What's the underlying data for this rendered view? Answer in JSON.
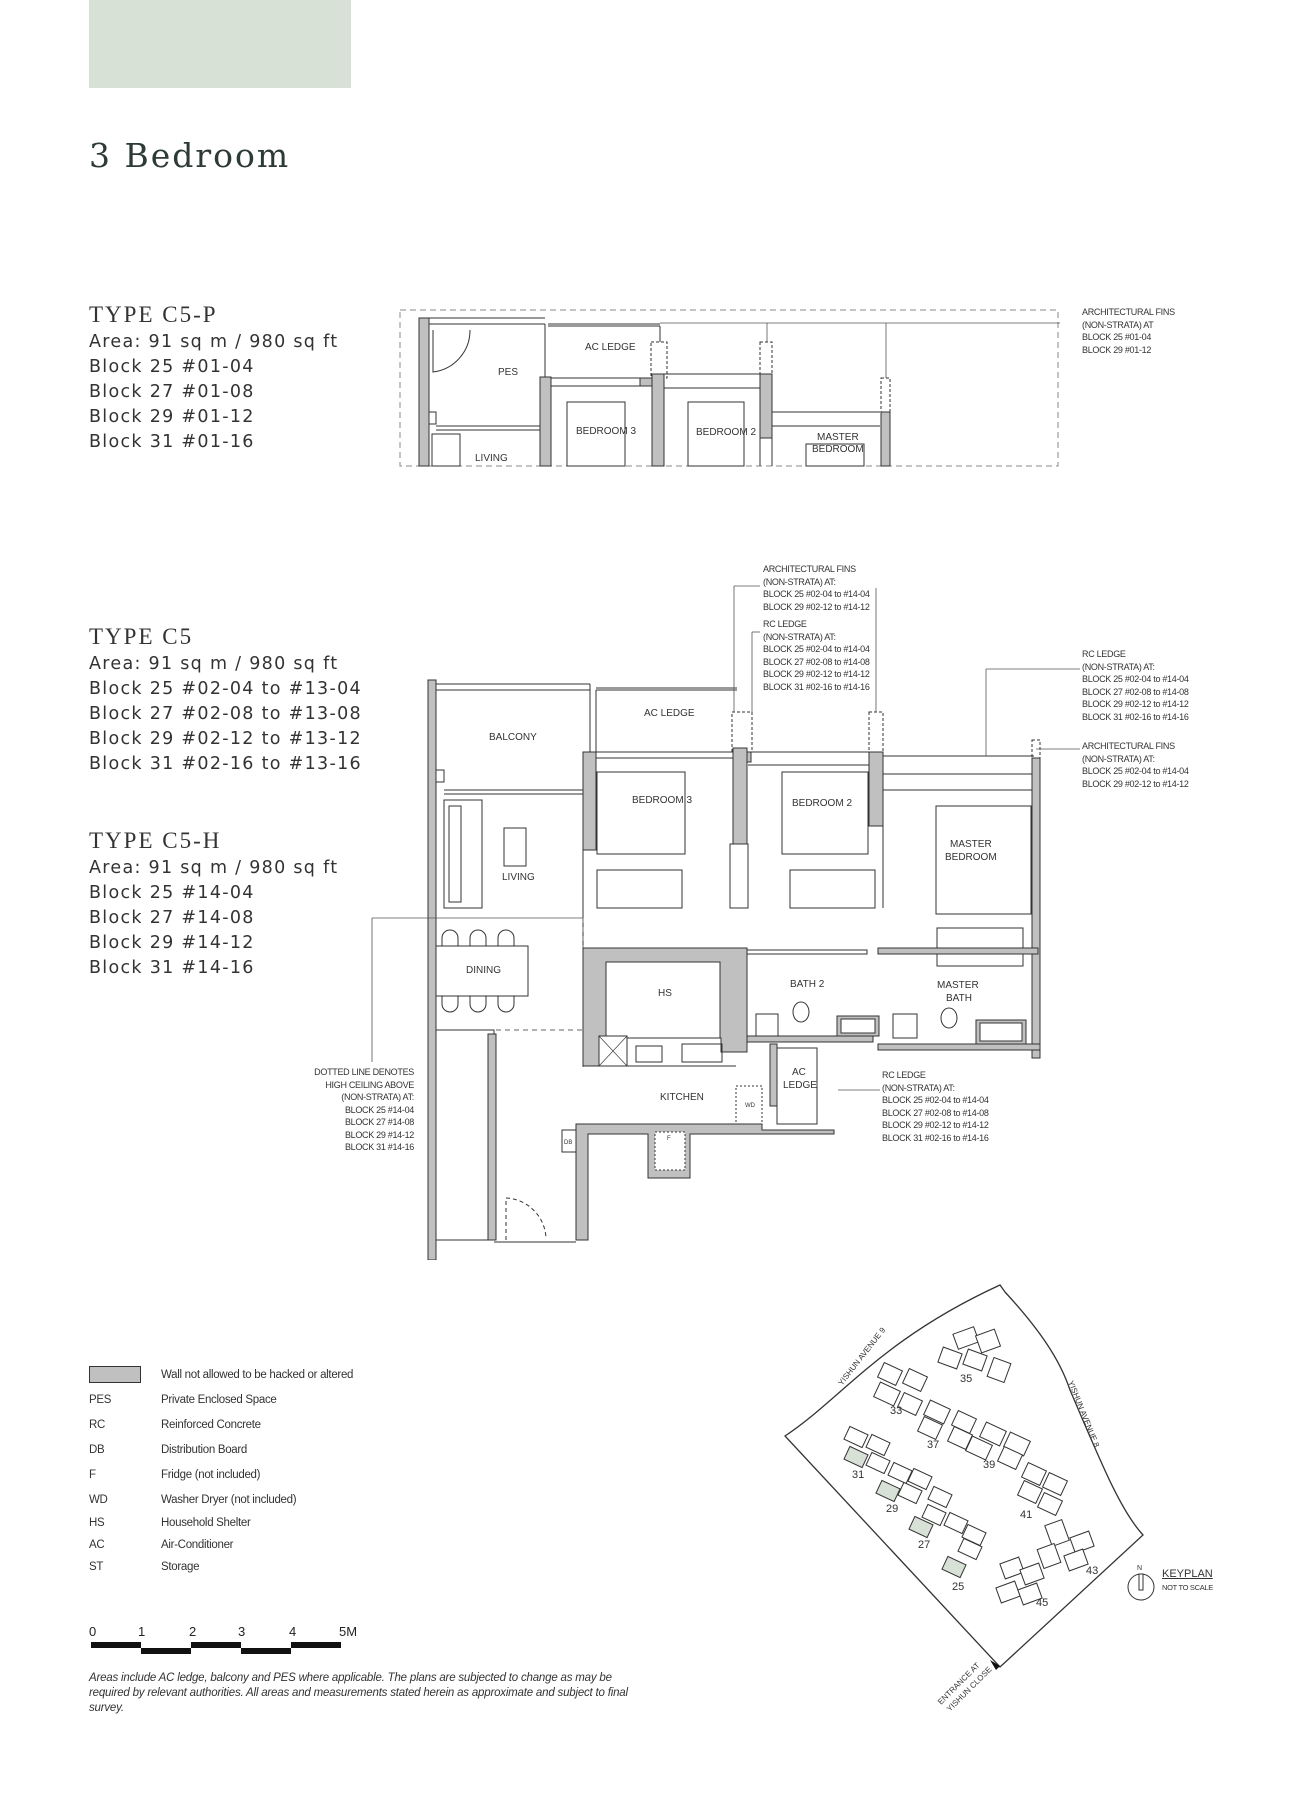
{
  "header": {
    "title": "3 Bedroom",
    "accent_swatch_color": "#d7e1d6"
  },
  "units": [
    {
      "type": "TYPE C5-P",
      "area": "Area: 91 sq m / 980 sq ft",
      "blocks": [
        "Block 25 #01-04",
        "Block 27 #01-08",
        "Block 29 #01-12",
        "Block 31 #01-16"
      ]
    },
    {
      "type": "TYPE C5",
      "area": "Area: 91 sq m / 980 sq ft",
      "blocks": [
        "Block 25 #02-04 to #13-04",
        "Block 27 #02-08 to #13-08",
        "Block 29 #02-12 to #13-12",
        "Block 31 #02-16 to #13-16"
      ]
    },
    {
      "type": "TYPE C5-H",
      "area": "Area: 91 sq m / 980 sq ft",
      "blocks": [
        "Block 25 #14-04",
        "Block 27 #14-08",
        "Block 29 #14-12",
        "Block 31 #14-16"
      ]
    }
  ],
  "partial_plan": {
    "rooms": {
      "pes": "PES",
      "ac_ledge": "AC LEDGE",
      "bedroom3": "BEDROOM 3",
      "bedroom2": "BEDROOM 2",
      "master_bedroom_1": "MASTER",
      "master_bedroom_2": "BEDROOM",
      "living": "LIVING"
    },
    "note_fins": [
      "ARCHITECTURAL FINS",
      "(NON-STRATA)  AT",
      "BLOCK 25 #01-04",
      "BLOCK 29 #01-12"
    ]
  },
  "main_plan": {
    "rooms": {
      "balcony": "BALCONY",
      "ac_ledge_top": "AC LEDGE",
      "bedroom3": "BEDROOM 3",
      "bedroom2": "BEDROOM 2",
      "master_bedroom_1": "MASTER",
      "master_bedroom_2": "BEDROOM",
      "living": "LIVING",
      "dining": "DINING",
      "hs": "HS",
      "bath2": "BATH 2",
      "master_bath_1": "MASTER",
      "master_bath_2": "BATH",
      "kitchen": "KITCHEN",
      "ac_ledge_1": "AC",
      "ac_ledge_2": "LEDGE",
      "wd": "WD",
      "db": "DB",
      "f": "F"
    },
    "note_top_fins": [
      "ARCHITECTURAL FINS",
      "(NON-STRATA) AT:",
      "BLOCK 25 #02-04 to #14-04",
      "BLOCK 29 #02-12 to #14-12"
    ],
    "note_top_rc": [
      "RC LEDGE",
      "(NON-STRATA) AT:",
      "BLOCK 25 #02-04 to #14-04",
      "BLOCK 27 #02-08 to #14-08",
      "BLOCK 29 #02-12 to #14-12",
      "BLOCK 31 #02-16 to #14-16"
    ],
    "note_right_rc": [
      "RC LEDGE",
      "(NON-STRATA) AT:",
      "BLOCK 25 #02-04 to #14-04",
      "BLOCK 27 #02-08 to #14-08",
      "BLOCK 29 #02-12 to #14-12",
      "BLOCK 31 #02-16 to #14-16"
    ],
    "note_right_fins": [
      "ARCHITECTURAL FINS",
      "(NON-STRATA) AT:",
      "BLOCK 25 #02-04 to #14-04",
      "BLOCK 29 #02-12 to #14-12"
    ],
    "note_dotted": [
      "DOTTED LINE DENOTES",
      "HIGH CEILING ABOVE",
      "(NON-STRATA) AT:",
      "BLOCK 25 #14-04",
      "BLOCK 27 #14-08",
      "BLOCK 29 #14-12",
      "BLOCK 31 #14-16"
    ],
    "note_kitchen_rc": [
      "RC LEDGE",
      "(NON-STRATA) AT:",
      "BLOCK 25 #02-04 to #14-04",
      "BLOCK 27 #02-08 to #14-08",
      "BLOCK 29 #02-12 to #14-12",
      "BLOCK 31 #02-16 to #14-16"
    ]
  },
  "legend": {
    "wall_label": "Wall not allowed to be hacked or altered",
    "wall_color": "#c0c0c0",
    "items": [
      {
        "abbr": "PES",
        "label": "Private Enclosed Space"
      },
      {
        "abbr": "RC",
        "label": "Reinforced Concrete"
      },
      {
        "abbr": "DB",
        "label": "Distribution Board"
      },
      {
        "abbr": "F",
        "label": "Fridge (not included)"
      },
      {
        "abbr": "WD",
        "label": "Washer Dryer (not included)"
      },
      {
        "abbr": "HS",
        "label": "Household Shelter"
      },
      {
        "abbr": "AC",
        "label": "Air-Conditioner"
      },
      {
        "abbr": "ST",
        "label": "Storage"
      }
    ]
  },
  "scale_bar": {
    "labels": [
      "0",
      "1",
      "2",
      "3",
      "4",
      "5M"
    ]
  },
  "disclaimer": "Areas include AC ledge, balcony and PES where applicable. The plans are subjected to change as may be required by relevant authorities. All areas and measurements stated herein as approximate and subject to final survey.",
  "keyplan": {
    "title": "KEYPLAN",
    "subtitle": "NOT TO SCALE",
    "north": "N",
    "roads": {
      "avenue9": "YISHUN AVENUE 9",
      "avenue8": "YISHUN AVENUE 8",
      "entrance_1": "ENTRANCE AT",
      "entrance_2": "YISHUN CLOSE"
    },
    "highlight_color": "#d7e1d6",
    "blocks": [
      "25",
      "27",
      "29",
      "31",
      "33",
      "35",
      "37",
      "39",
      "41",
      "43",
      "45"
    ],
    "highlighted_stacks": [
      "04",
      "08",
      "12",
      "16"
    ]
  }
}
